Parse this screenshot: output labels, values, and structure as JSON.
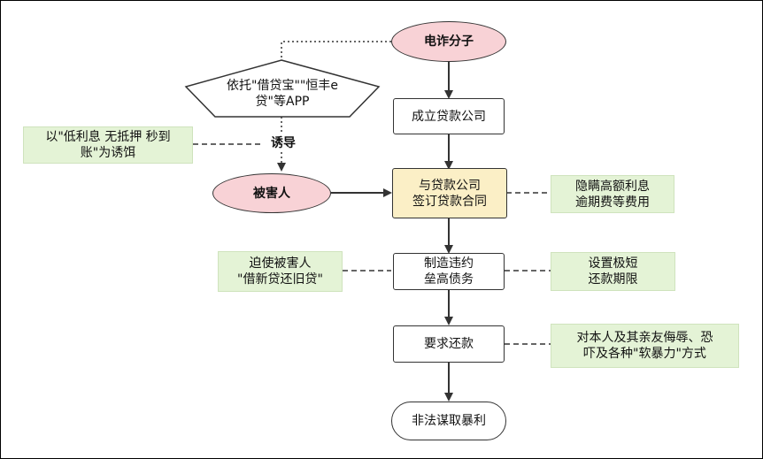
{
  "nodes": {
    "fraudster": "电诈分子",
    "pentagon": "依托\"借贷宝\"\"恒丰e\n贷\"等APP",
    "lure_note": "以\"低利息 无抵押 秒到\n账\"为诱饵",
    "lure_label": "诱导",
    "victim": "被害人",
    "company": "成立贷款公司",
    "contract": "与贷款公司\n签订贷款合同",
    "hidden_fees": "隐瞒高额利息\n逾期费等费用",
    "forced": "迫使被害人\n\"借新贷还旧贷\"",
    "default": "制造违约\n垒高债务",
    "short_term": "设置极短\n还款期限",
    "repay": "要求还款",
    "threats": "对本人及其亲友侮辱、恐\n吓及各种\"软暴力\"方式",
    "profit": "非法谋取暴利"
  },
  "colors": {
    "oval_fill": "#f8d2d6",
    "highlight_fill": "#fbefc6",
    "note_fill": "#e4f3d6",
    "line": "#333333"
  }
}
